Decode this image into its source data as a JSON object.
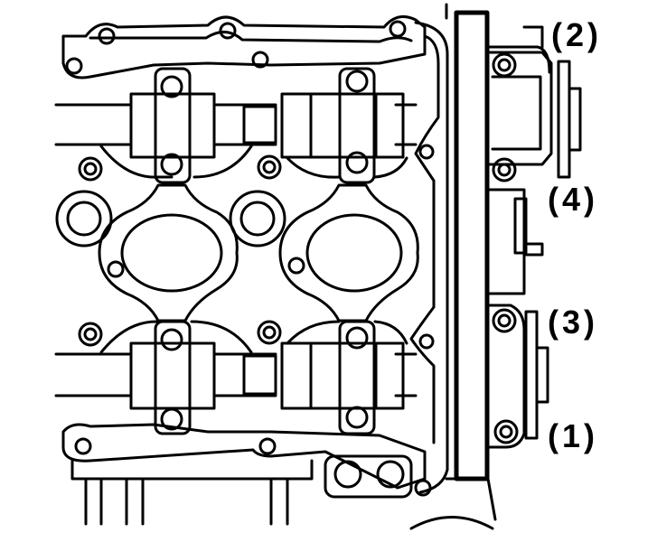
{
  "callouts": {
    "c1": "(1)",
    "c2": "(2)",
    "c3": "(3)",
    "c4": "(4)"
  },
  "colors": {
    "line": "#000000",
    "background": "#ffffff"
  }
}
